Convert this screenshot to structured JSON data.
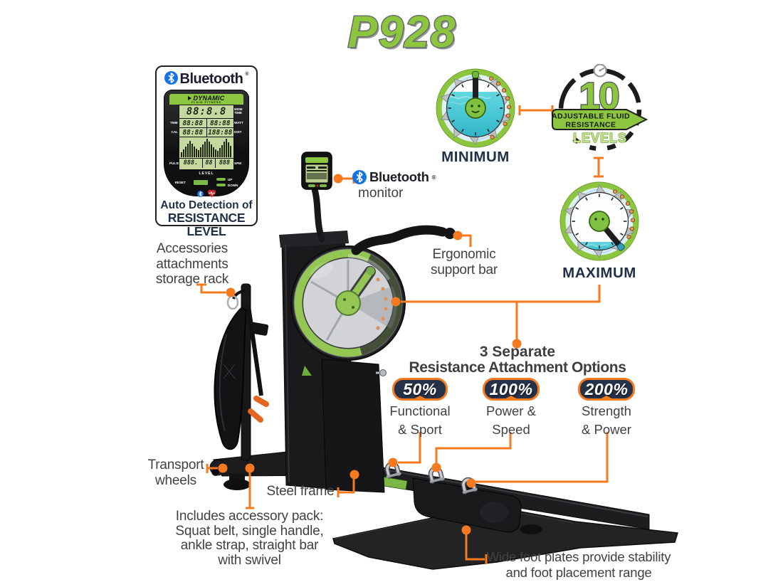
{
  "title": "P928",
  "colors": {
    "green": "#8CC63E",
    "orange": "#F4791F",
    "navy": "#1F3048",
    "badge_navy": "#263249",
    "callout_text": "#414042",
    "bluetooth_blue": "#1473E6",
    "water_teal": "#45C8D6"
  },
  "bluetooth_panel": {
    "brand": "Bluetooth",
    "reg": "®",
    "monitor": {
      "logo": "DYNAMIC",
      "logo_sub": "FLUID FITNESS",
      "label_time": "TIME",
      "label_cal": "CAL",
      "label_pulse": "PULSE",
      "label_500m": "500M",
      "label_500m_time": "TIME",
      "label_watt": "WATT",
      "label_dist": "DIST",
      "label_spm": "SPM",
      "display_main": "88:8.8",
      "row2": [
        "88:88",
        "88:88"
      ],
      "row3": [
        "88:88",
        "188:88"
      ],
      "row4": [
        "888.",
        "88",
        "888"
      ],
      "level": "LEVEL",
      "reset": "RESET",
      "up": "UP",
      "down": "DOWN"
    },
    "caption1": "Auto Detection of",
    "caption2": "RESISTANCE LEVEL"
  },
  "resistance": {
    "minimum": "MINIMUM",
    "maximum": "MAXIMUM",
    "count": "10",
    "banner1": "ADJUSTABLE FLUID",
    "banner2": "RESISTANCE",
    "banner3": "LEVELS"
  },
  "callouts": {
    "monitor_brand": "Bluetooth",
    "monitor_reg": "®",
    "monitor_word": "monitor",
    "accessories": [
      "Accessories",
      "attachments",
      "storage rack"
    ],
    "ergonomic": [
      "Ergonomic",
      "support bar"
    ],
    "transport": [
      "Transport",
      "wheels"
    ],
    "steel": "Steel frame",
    "accessory_pack": [
      "Includes accessory pack:",
      "Squat belt, single handle,",
      "ankle strap, straight bar",
      "with swivel"
    ],
    "foot_plates": [
      "Wide foot plates provide stability",
      "and foot placement range"
    ]
  },
  "options": {
    "heading1": "3 Separate",
    "heading2": "Resistance Attachment Options",
    "items": [
      {
        "pct": "50%",
        "l1": "Functional",
        "l2": "& Sport"
      },
      {
        "pct": "100%",
        "l1": "Power &",
        "l2": "Speed"
      },
      {
        "pct": "200%",
        "l1": "Strength",
        "l2": "& Power"
      }
    ]
  }
}
